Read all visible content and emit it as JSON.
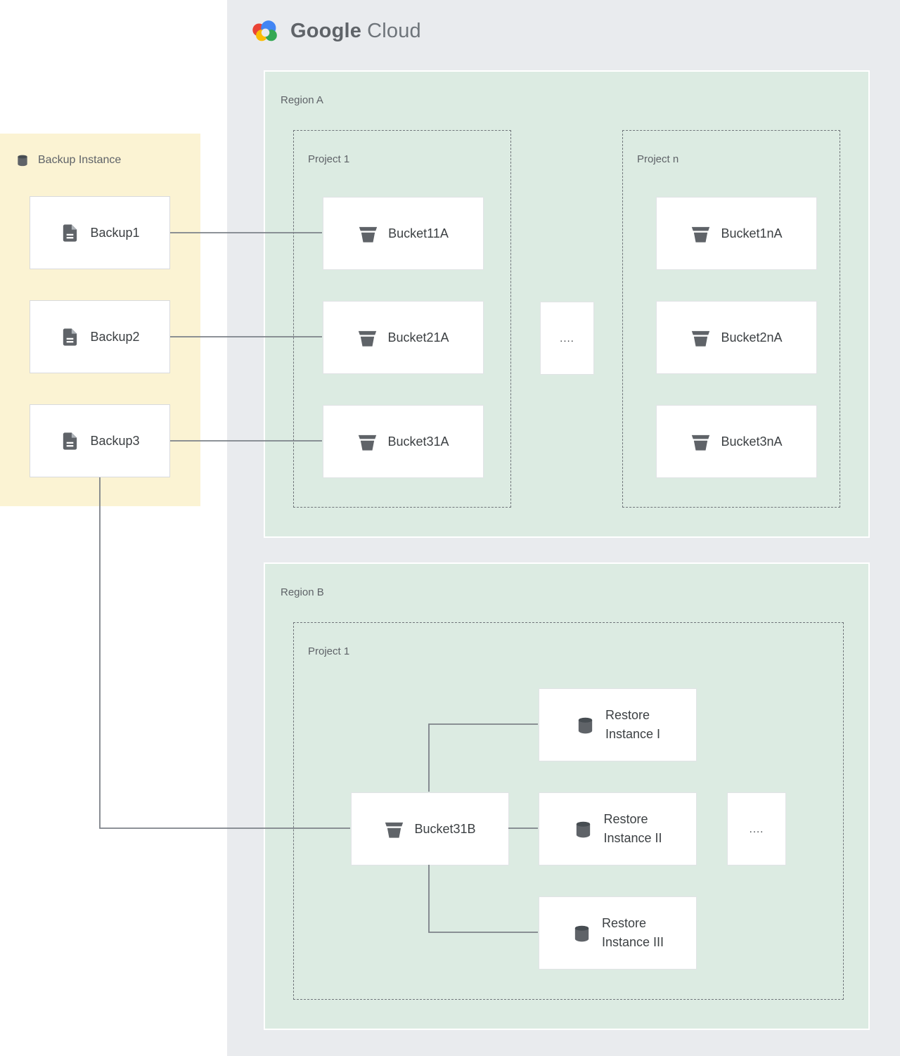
{
  "logo": {
    "brand": "Google",
    "product": "Cloud"
  },
  "backup_panel": {
    "title": "Backup Instance",
    "items": [
      {
        "label": "Backup1"
      },
      {
        "label": "Backup2"
      },
      {
        "label": "Backup3"
      }
    ]
  },
  "region_a": {
    "label": "Region A",
    "project1": {
      "label": "Project 1",
      "buckets": [
        {
          "label": "Bucket11A"
        },
        {
          "label": "Bucket21A"
        },
        {
          "label": "Bucket31A"
        }
      ]
    },
    "project_n": {
      "label": "Project n",
      "buckets": [
        {
          "label": "Bucket1nA"
        },
        {
          "label": "Bucket2nA"
        },
        {
          "label": "Bucket3nA"
        }
      ]
    },
    "ellipsis": "...."
  },
  "region_b": {
    "label": "Region B",
    "project1": {
      "label": "Project 1",
      "bucket": {
        "label": "Bucket31B"
      },
      "restores": [
        {
          "label": "Restore\nInstance I"
        },
        {
          "label": "Restore\nInstance II"
        },
        {
          "label": "Restore\nInstance III"
        }
      ],
      "ellipsis": "...."
    }
  },
  "icons": {
    "backup_item": "document-icon",
    "bucket": "bucket-icon",
    "instance": "database-cylinder-icon",
    "panel_header": "database-cylinder-icon",
    "logo": "google-cloud-logo"
  },
  "colors": {
    "gcp_bg": "#e9ebee",
    "region_bg": "#dcebe2",
    "backup_panel_bg": "#fbf3d3",
    "node_bg": "#ffffff",
    "icon_gray": "#5f6368",
    "label_gray": "#5f6368",
    "node_text": "#3c4043",
    "connector": "#7d8289",
    "google_blue": "#4285f4",
    "google_red": "#ea4335",
    "google_yellow": "#fbbc04",
    "google_green": "#34a853"
  }
}
